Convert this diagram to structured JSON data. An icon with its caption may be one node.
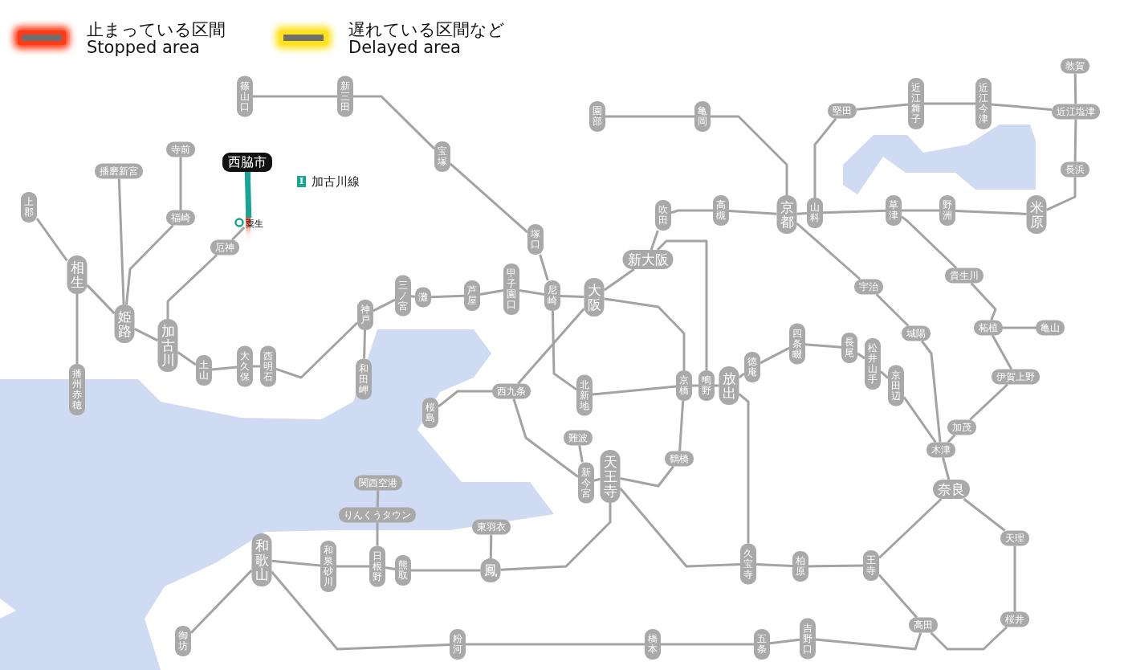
{
  "diagram": {
    "nodes": [
      {
        "text": [
          "篠山口"
        ]
      },
      {
        "text": [
          "新三田"
        ]
      },
      {
        "text": [
          "宝塚"
        ]
      },
      {
        "text": [
          "西脇市"
        ]
      },
      {
        "text": [
          "粟生"
        ]
      },
      {
        "text": [
          "厄神"
        ]
      },
      {
        "text": [
          "寺前"
        ]
      },
      {
        "text": [
          "播磨新宮"
        ]
      },
      {
        "text": [
          "福崎"
        ]
      },
      {
        "text": [
          "上郡"
        ]
      },
      {
        "text": [
          "相生"
        ]
      },
      {
        "text": [
          "姫路"
        ]
      },
      {
        "text": [
          "加古川"
        ]
      },
      {
        "text": [
          "播州赤穂"
        ]
      },
      {
        "text": [
          "土山"
        ]
      },
      {
        "text": [
          "大久保"
        ]
      },
      {
        "text": [
          "西明石"
        ]
      },
      {
        "text": [
          "神戸"
        ]
      },
      {
        "text": [
          "和田岬"
        ]
      },
      {
        "text": [
          "三ノ宮"
        ]
      },
      {
        "text": [
          "灘"
        ]
      },
      {
        "text": [
          "芦屋"
        ]
      },
      {
        "text": [
          "甲子園口"
        ]
      },
      {
        "text": [
          "塚口"
        ]
      },
      {
        "text": [
          "尼崎"
        ]
      },
      {
        "text": [
          "大阪"
        ]
      },
      {
        "text": [
          "新大阪"
        ]
      },
      {
        "text": [
          "吹田"
        ]
      },
      {
        "text": [
          "高槻"
        ]
      },
      {
        "text": [
          "園部"
        ]
      },
      {
        "text": [
          "亀岡"
        ]
      },
      {
        "text": [
          "京都"
        ]
      },
      {
        "text": [
          "山科"
        ]
      },
      {
        "text": [
          "堅田"
        ]
      },
      {
        "text": [
          "近江舞子"
        ]
      },
      {
        "text": [
          "近江今津"
        ]
      },
      {
        "text": [
          "敦賀"
        ]
      },
      {
        "text": [
          "近江塩津"
        ]
      },
      {
        "text": [
          "長浜"
        ]
      },
      {
        "text": [
          "草津"
        ]
      },
      {
        "text": [
          "野洲"
        ]
      },
      {
        "text": [
          "米原"
        ]
      },
      {
        "text": [
          "宇治"
        ]
      },
      {
        "text": [
          "貴生川"
        ]
      },
      {
        "text": [
          "城陽"
        ]
      },
      {
        "text": [
          "柘植"
        ]
      },
      {
        "text": [
          "亀山"
        ]
      },
      {
        "text": [
          "伊賀上野"
        ]
      },
      {
        "text": [
          "加茂"
        ]
      },
      {
        "text": [
          "木津"
        ]
      },
      {
        "text": [
          "奈良"
        ]
      },
      {
        "text": [
          "四条畷"
        ]
      },
      {
        "text": [
          "長尾"
        ]
      },
      {
        "text": [
          "松井山手"
        ]
      },
      {
        "text": [
          "京田辺"
        ]
      },
      {
        "text": [
          "徳庵"
        ]
      },
      {
        "text": [
          "放出"
        ]
      },
      {
        "text": [
          "鴫野"
        ]
      },
      {
        "text": [
          "京橋"
        ]
      },
      {
        "text": [
          "北新地"
        ]
      },
      {
        "text": [
          "西九条"
        ]
      },
      {
        "text": [
          "桜島"
        ]
      },
      {
        "text": [
          "難波"
        ]
      },
      {
        "text": [
          "新今宮"
        ]
      },
      {
        "text": [
          "天王寺"
        ]
      },
      {
        "text": [
          "鶴橋"
        ]
      },
      {
        "text": [
          "関西空港"
        ]
      },
      {
        "text": [
          "りんくうタウン"
        ]
      },
      {
        "text": [
          "東羽衣"
        ]
      },
      {
        "text": [
          "和歌山"
        ]
      },
      {
        "text": [
          "和泉砂川"
        ]
      },
      {
        "text": [
          "日根野"
        ]
      },
      {
        "text": [
          "熊取"
        ]
      },
      {
        "text": [
          "鳳"
        ]
      },
      {
        "text": [
          "久宝寺"
        ]
      },
      {
        "text": [
          "柏原"
        ]
      },
      {
        "text": [
          "王寺"
        ]
      },
      {
        "text": [
          "天理"
        ]
      },
      {
        "text": [
          "高田"
        ]
      },
      {
        "text": [
          "桜井"
        ]
      },
      {
        "text": [
          "御坊"
        ]
      },
      {
        "text": [
          "粉河"
        ]
      },
      {
        "text": [
          "橋本"
        ]
      },
      {
        "text": [
          "五条"
        ]
      },
      {
        "text": [
          "吉野口"
        ]
      }
    ],
    "edges": [
      {
        "from": 9,
        "to": 10,
        "arrow": "none"
      },
      {
        "from": 10,
        "to": 11,
        "arrow": "none"
      },
      {
        "from": 11,
        "to": 12,
        "arrow": "none"
      },
      {
        "from": 12,
        "to": 14,
        "arrow": "none"
      },
      {
        "from": 14,
        "to": 15,
        "arrow": "none"
      },
      {
        "from": 15,
        "to": 16,
        "arrow": "none"
      },
      {
        "from": 16,
        "to": 17,
        "arrow": "none"
      },
      {
        "from": 17,
        "to": 19,
        "arrow": "none"
      },
      {
        "from": 19,
        "to": 20,
        "arrow": "none"
      },
      {
        "from": 20,
        "to": 21,
        "arrow": "none"
      },
      {
        "from": 21,
        "to": 22,
        "arrow": "none"
      },
      {
        "from": 22,
        "to": 24,
        "arrow": "none"
      },
      {
        "from": 24,
        "to": 25,
        "arrow": "none"
      },
      {
        "from": 10,
        "to": 13,
        "arrow": "none"
      },
      {
        "from": 7,
        "to": 11,
        "arrow": "none"
      },
      {
        "from": 6,
        "to": 8,
        "arrow": "none"
      },
      {
        "from": 8,
        "to": 11,
        "arrow": "none"
      },
      {
        "from": 3,
        "to": 4,
        "arrow": "none",
        "style": "thick",
        "color": "#17a596"
      },
      {
        "from": 4,
        "to": 5,
        "arrow": "none"
      },
      {
        "from": 5,
        "to": 12,
        "arrow": "none"
      },
      {
        "from": 17,
        "to": 18,
        "arrow": "none"
      },
      {
        "from": 0,
        "to": 1,
        "arrow": "none"
      },
      {
        "from": 1,
        "to": 2,
        "arrow": "none"
      },
      {
        "from": 2,
        "to": 23,
        "arrow": "none"
      },
      {
        "from": 23,
        "to": 24,
        "arrow": "none"
      },
      {
        "from": 24,
        "to": 59,
        "arrow": "none"
      },
      {
        "from": 59,
        "to": 58,
        "arrow": "none"
      },
      {
        "from": 58,
        "to": 57,
        "arrow": "none"
      },
      {
        "from": 57,
        "to": 56,
        "arrow": "none"
      },
      {
        "from": 25,
        "to": 26,
        "arrow": "none"
      },
      {
        "from": 26,
        "to": 27,
        "arrow": "none"
      },
      {
        "from": 27,
        "to": 28,
        "arrow": "none"
      },
      {
        "from": 28,
        "to": 31,
        "arrow": "none"
      },
      {
        "from": 31,
        "to": 32,
        "arrow": "none"
      },
      {
        "from": 32,
        "to": 39,
        "arrow": "none"
      },
      {
        "from": 39,
        "to": 40,
        "arrow": "none"
      },
      {
        "from": 40,
        "to": 41,
        "arrow": "none"
      },
      {
        "from": 41,
        "to": 38,
        "arrow": "none"
      },
      {
        "from": 38,
        "to": 37,
        "arrow": "none"
      },
      {
        "from": 37,
        "to": 36,
        "arrow": "none"
      },
      {
        "from": 32,
        "to": 33,
        "arrow": "none"
      },
      {
        "from": 33,
        "to": 34,
        "arrow": "none"
      },
      {
        "from": 34,
        "to": 35,
        "arrow": "none"
      },
      {
        "from": 35,
        "to": 37,
        "arrow": "none"
      },
      {
        "from": 29,
        "to": 30,
        "arrow": "none"
      },
      {
        "from": 30,
        "to": 31,
        "arrow": "none"
      },
      {
        "from": 31,
        "to": 42,
        "arrow": "none"
      },
      {
        "from": 42,
        "to": 44,
        "arrow": "none"
      },
      {
        "from": 44,
        "to": 49,
        "arrow": "none"
      },
      {
        "from": 49,
        "to": 50,
        "arrow": "none"
      },
      {
        "from": 39,
        "to": 43,
        "arrow": "none"
      },
      {
        "from": 43,
        "to": 45,
        "arrow": "none"
      },
      {
        "from": 45,
        "to": 46,
        "arrow": "none"
      },
      {
        "from": 45,
        "to": 47,
        "arrow": "none"
      },
      {
        "from": 47,
        "to": 48,
        "arrow": "none"
      },
      {
        "from": 48,
        "to": 49,
        "arrow": "none"
      },
      {
        "from": 56,
        "to": 55,
        "arrow": "none"
      },
      {
        "from": 55,
        "to": 51,
        "arrow": "none"
      },
      {
        "from": 51,
        "to": 52,
        "arrow": "none"
      },
      {
        "from": 52,
        "to": 53,
        "arrow": "none"
      },
      {
        "from": 53,
        "to": 54,
        "arrow": "none"
      },
      {
        "from": 54,
        "to": 49,
        "arrow": "none"
      },
      {
        "from": 26,
        "to": 57,
        "arrow": "none"
      },
      {
        "from": 25,
        "to": 58,
        "arrow": "none"
      },
      {
        "from": 58,
        "to": 65,
        "arrow": "none"
      },
      {
        "from": 65,
        "to": 64,
        "arrow": "none"
      },
      {
        "from": 64,
        "to": 63,
        "arrow": "none"
      },
      {
        "from": 63,
        "to": 60,
        "arrow": "none"
      },
      {
        "from": 60,
        "to": 25,
        "arrow": "none"
      },
      {
        "from": 60,
        "to": 61,
        "arrow": "none"
      },
      {
        "from": 62,
        "to": 63,
        "arrow": "none"
      },
      {
        "from": 64,
        "to": 74,
        "arrow": "none"
      },
      {
        "from": 74,
        "to": 75,
        "arrow": "none"
      },
      {
        "from": 75,
        "to": 76,
        "arrow": "none"
      },
      {
        "from": 76,
        "to": 50,
        "arrow": "none"
      },
      {
        "from": 64,
        "to": 73,
        "arrow": "none"
      },
      {
        "from": 73,
        "to": 72,
        "arrow": "none"
      },
      {
        "from": 72,
        "to": 71,
        "arrow": "none"
      },
      {
        "from": 71,
        "to": 70,
        "arrow": "none"
      },
      {
        "from": 70,
        "to": 69,
        "arrow": "none"
      },
      {
        "from": 73,
        "to": 68,
        "arrow": "none"
      },
      {
        "from": 71,
        "to": 67,
        "arrow": "none"
      },
      {
        "from": 67,
        "to": 66,
        "arrow": "none"
      },
      {
        "from": 69,
        "to": 80,
        "arrow": "none"
      },
      {
        "from": 69,
        "to": 81,
        "arrow": "none"
      },
      {
        "from": 81,
        "to": 82,
        "arrow": "none"
      },
      {
        "from": 82,
        "to": 83,
        "arrow": "none"
      },
      {
        "from": 83,
        "to": 84,
        "arrow": "none"
      },
      {
        "from": 84,
        "to": 78,
        "arrow": "none"
      },
      {
        "from": 78,
        "to": 76,
        "arrow": "none"
      },
      {
        "from": 50,
        "to": 77,
        "arrow": "none"
      },
      {
        "from": 77,
        "to": 79,
        "arrow": "none"
      },
      {
        "from": 79,
        "to": 78,
        "arrow": "none"
      },
      {
        "from": 56,
        "to": 74,
        "arrow": "none"
      }
    ],
    "labels": [
      "I",
      "加古川線"
    ],
    "legend": [
      {
        "text": "止まっている区間 Stopped area",
        "color": "#ff3a14"
      },
      {
        "text": "遅れている区間など Delayed area",
        "color": "#ffe21a"
      }
    ]
  }
}
